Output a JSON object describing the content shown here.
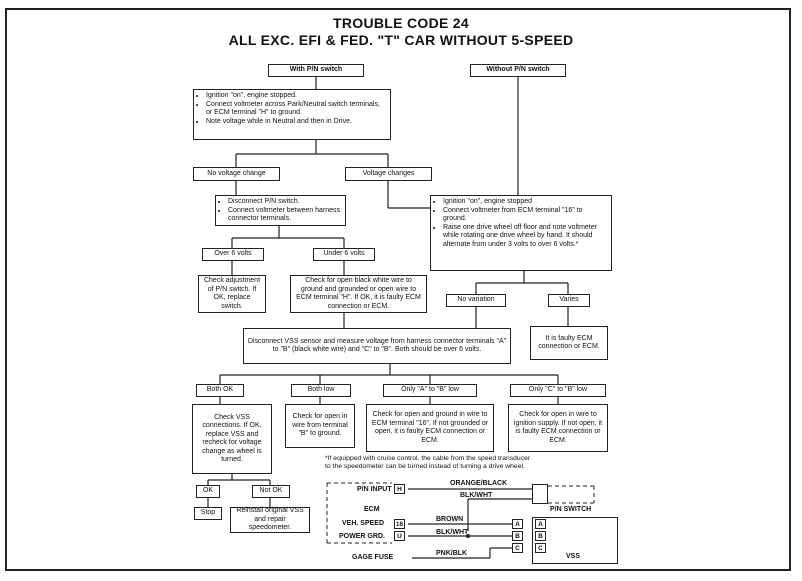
{
  "title": {
    "line1": "TROUBLE CODE 24",
    "line2": "ALL EXC. EFI & FED. \"T\" CAR WITHOUT 5-SPEED"
  },
  "boxes": {
    "with_pn": "With P/N switch",
    "without_pn": "Without P/N switch",
    "step1": [
      "Ignition \"on\", engine stopped.",
      "Connect voltmeter across Park/Neutral switch terminals, or ECM terminal \"H\" to ground.",
      "Note voltage while in Neutral and then in Drive."
    ],
    "no_voltage_change": "No voltage change",
    "voltage_changes": "Voltage changes",
    "disconnect_pn": [
      "Disconnect P/N switch.",
      "Connect voltmeter between harness connector terminals."
    ],
    "over6": "Over 6 volts",
    "under6": "Under 6 volts",
    "check_adjust": "Check adjustment of P/N switch. If OK, replace switch.",
    "check_open_black": "Check for open black white wire to ground and grounded or open wire to ECM terminal \"H\". If OK, it is faulty ECM connection or ECM.",
    "ign_on_right": [
      "Ignition \"on\", engine stopped",
      "Connect voltmeter from ECM terminal \"16\" to ground.",
      "Raise one drive wheel off floor and note voltmeter while rotating one drive wheel by hand. It should alternate from under 3 volts to over 6 volts.*"
    ],
    "no_variation": "No variation",
    "varies": "Varies",
    "faulty_ecm": "It is faulty ECM connection or ECM.",
    "disconnect_vss": "Disconnect VSS sensor and measure voltage from harness connector terminals \"A\" to \"B\" (black white wire) and \"C\" to \"B\". Both should be over 6 volts.",
    "both_ok": "Both OK",
    "both_low": "Both low",
    "only_ab_low": "Only \"A\" to \"B\" low",
    "only_cb_low": "Only \"C\" to \"B\" low",
    "check_vss": "Check VSS connections. If OK, replace VSS and recheck for voltage change as wheel is turned.",
    "check_open_b": "Check for open in wire from terminal \"B\" to ground.",
    "check_open_ground": "Check for open and ground in wire to ECM terminal \"16\". If not grounded or open, it is faulty ECM connection or ECM.",
    "check_open_ign": "Check for open in wire to ignition supply. If not open, it is faulty ECM connection or ECM.",
    "ok": "OK",
    "not_ok": "Not OK",
    "stop": "Stop",
    "reinstall": "Reinstall original VSS and repair speedometer."
  },
  "footnote": "*If equipped with cruise control, the cable from the speed transducer to the speedometer can be turned instead of turning a drive wheel.",
  "wiring": {
    "pn_input": "P/N INPUT",
    "pin_h": "H",
    "orange_black": "ORANGE/BLACK",
    "blk_wht1": "BLK/WHT",
    "pn_switch": "P/N SWITCH",
    "ecm": "ECM",
    "veh_speed": "VEH. SPEED",
    "pin_16": "16",
    "brown": "BROWN",
    "power_grd": "POWER GRD.",
    "pin_u": "U",
    "blk_wht2": "BLK/WHT",
    "gage_fuse": "GAGE FUSE",
    "pnk_blk": "PNK/BLK",
    "vss": "VSS",
    "a": "A",
    "b": "B",
    "c": "C"
  }
}
